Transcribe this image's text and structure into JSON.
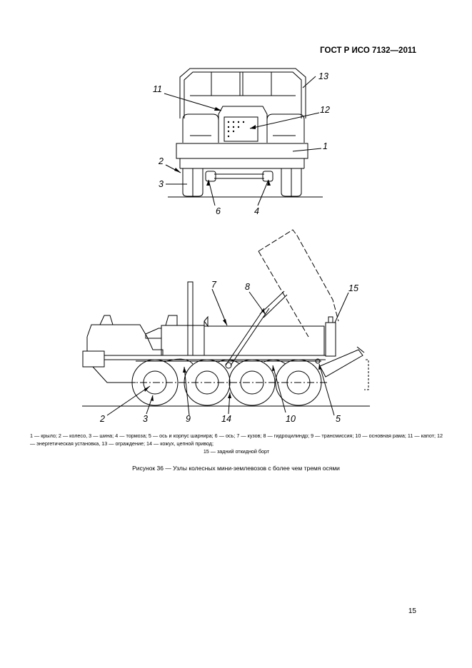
{
  "header": {
    "standard": "ГОСТ Р ИСО 7132—2011"
  },
  "figure": {
    "callouts": {
      "c1": "1",
      "c2": "2",
      "c3": "3",
      "c4": "4",
      "c5": "5",
      "c6": "6",
      "c7": "7",
      "c8": "8",
      "c9": "9",
      "c10": "10",
      "c11": "11",
      "c12": "12",
      "c13": "13",
      "c14": "14",
      "c15": "15"
    }
  },
  "legend": {
    "line1": "1 — крыло; 2 — колесо, 3 — шина; 4 — тормоза; 5 — ось и корпус шарнира; 6 — ось; 7 — кузов; 8 — гидроцилиндр; 9 — трансмиссия; 10 — основная рама; 11 — капот; 12 — энергетическая установка, 13 — ограждение; 14 — кожух, цепной привод;",
    "line2": "15 — задний откидной борт"
  },
  "caption": "Рисунок 36 — Узлы колесных мини-землевозов с более чем тремя осями",
  "page_number": "15"
}
